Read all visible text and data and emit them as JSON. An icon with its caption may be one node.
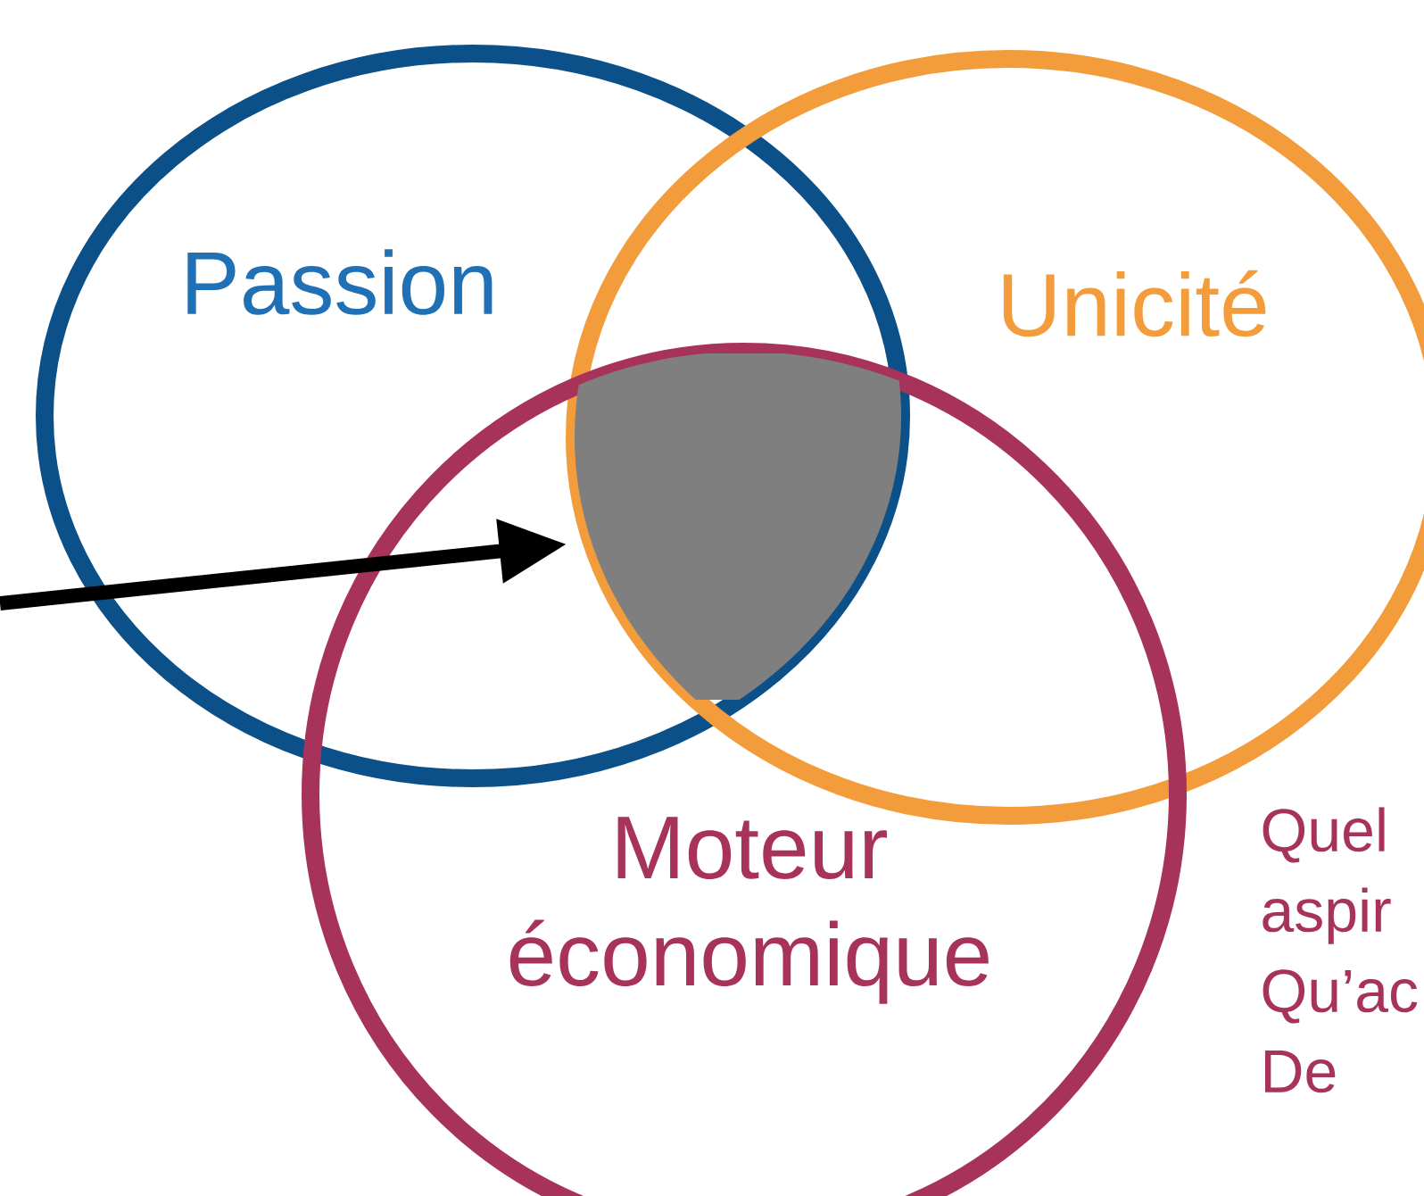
{
  "diagram": {
    "nodes": [
      {
        "text": [
          "Passion"
        ]
      },
      {
        "text": [
          "Unicité"
        ]
      },
      {
        "text": [
          "Moteur économique"
        ]
      },
      {
        "text": [],
        "shape": "box"
      }
    ],
    "edges": [
      {
        "from": null,
        "to": 3,
        "arrow": "to"
      }
    ],
    "labels": [
      "Quel aspir Qu’ac De"
    ]
  }
}
